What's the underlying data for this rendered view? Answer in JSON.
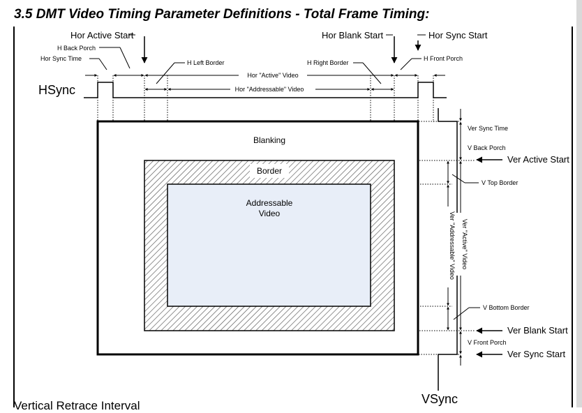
{
  "page": {
    "title": "3.5  DMT Video Timing Parameter Definitions - Total Frame Timing:",
    "bottom_text": "Vertical Retrace Interval"
  },
  "diagram": {
    "hsync_label": "HSync",
    "vsync_label": "VSync",
    "hor_active_start": "Hor Active Start",
    "hor_blank_start": "Hor Blank Start",
    "hor_sync_start": "Hor Sync Start",
    "h_back_porch": "H Back Porch",
    "hor_sync_time": "Hor Sync Time",
    "h_left_border": "H Left Border",
    "hor_active_video": "Hor \"Active\" Video",
    "h_right_border": "H Right Border",
    "h_front_porch": "H Front Porch",
    "hor_addressable_video": "Hor \"Addressable\" Video",
    "blanking": "Blanking",
    "border": "Border",
    "addressable_line1": "Addressable",
    "addressable_line2": "Video",
    "ver_sync_time": "Ver Sync Time",
    "v_back_porch": "V Back Porch",
    "ver_active_start": "Ver Active Start",
    "v_top_border": "V Top Border",
    "ver_addressable_video": "Ver \"Addressable\" Video",
    "ver_active_video": "Ver \"Active\" Video",
    "v_bottom_border": "V Bottom Border",
    "ver_blank_start": "Ver Blank Start",
    "v_front_porch": "V Front Porch",
    "ver_sync_start": "Ver Sync Start"
  },
  "colors": {
    "addressable_fill": "#e8eef8",
    "line": "#000000"
  }
}
